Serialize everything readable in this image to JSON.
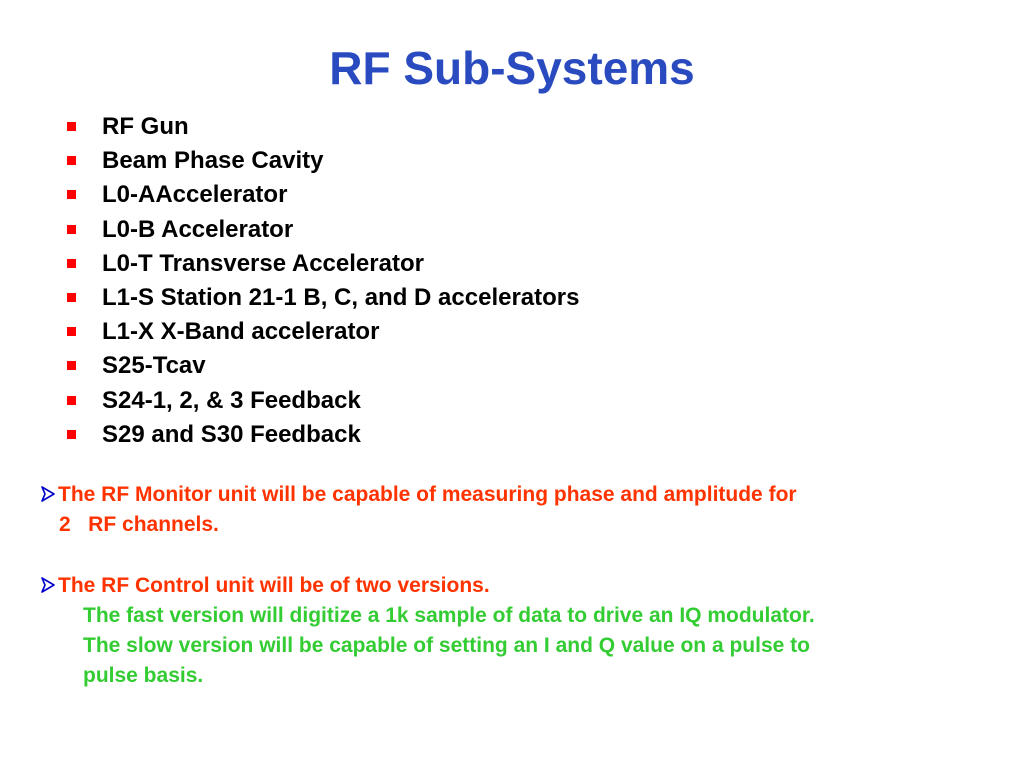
{
  "title": "RF Sub-Systems",
  "bullets": [
    "RF Gun",
    "Beam Phase Cavity",
    "L0-AAccelerator",
    "L0-B Accelerator",
    "L0-T Transverse Accelerator",
    "L1-S Station 21-1 B, C, and D accelerators",
    "L1-X X-Band accelerator",
    "S25-Tcav",
    "S24-1, 2, & 3 Feedback",
    "S29 and S30 Feedback"
  ],
  "monitor_note": {
    "line1": "The RF Monitor unit will be capable of measuring phase and amplitude for",
    "line2": "2   RF channels."
  },
  "control_note": {
    "line1": "The RF Control unit will be of two versions.",
    "line2": "The fast version will digitize a 1k sample of data to drive an IQ modulator.",
    "line3": "The slow version will be capable of setting an I and Q value on a pulse to",
    "line4": "pulse basis."
  },
  "colors": {
    "title": "#2a4bbf",
    "bullet_text": "#000000",
    "bullet_marker": "#ff0000",
    "arrow_icon": "#0000cc",
    "monitor_note": "#ff3300",
    "control_intro": "#ff3300",
    "control_detail": "#33cc33"
  },
  "icons": {
    "bullet_marker": "square-bullet-icon",
    "note_marker": "arrow-bullet-icon"
  }
}
